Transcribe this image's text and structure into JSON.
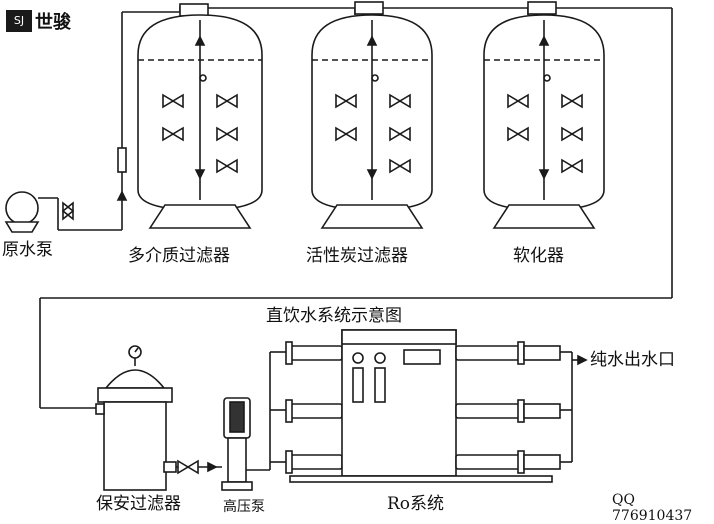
{
  "logo": {
    "mark": "SJ",
    "text": "世骏"
  },
  "title": "直饮水系统示意图",
  "components": {
    "raw_pump": "原水泵",
    "multimedia_filter": "多介质过滤器",
    "carbon_filter": "活性炭过滤器",
    "softener": "软化器",
    "security_filter": "保安过滤器",
    "high_pressure_pump": "高压泵",
    "ro_system": "Ro系统"
  },
  "outlet": "纯水出水口",
  "contact": "QQ 776910437",
  "icons": [
    "pump-icon",
    "valve-icon",
    "flowmeter-icon",
    "pressure-gauge-icon",
    "flow-arrow-icon"
  ],
  "colors": {
    "line": "#1a1a1a",
    "background": "#ffffff"
  }
}
